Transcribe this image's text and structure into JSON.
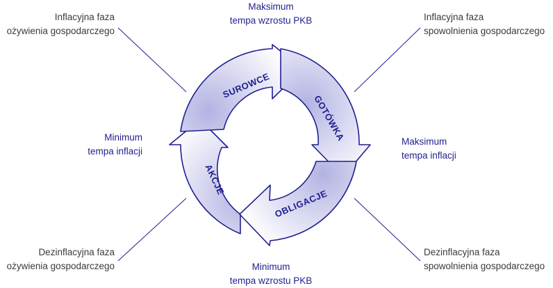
{
  "colors": {
    "accent": "#1f1f8f",
    "text_dark": "#3a3a3a",
    "fill_light": "#ffffff",
    "fill_shade": "#b8b8e6"
  },
  "corners": {
    "top_left": "Inflacyjna faza\nożywienia gospodarczego",
    "top_right": "Inflacyjna faza\nspowolnienia gospodarczego",
    "bottom_left": "Dezinflacyjna faza\nożywienia gospodarczego",
    "bottom_right": "Dezinflacyjna faza\nspowolnienia gospodarczego"
  },
  "axes": {
    "top": "Maksimum\ntempa wzrostu PKB",
    "bottom": "Minimum\ntempa wzrostu PKB",
    "left": "Minimum\ntempa inflacji",
    "right": "Maksimum\ntempa inflacji"
  },
  "cycle": {
    "segments": [
      {
        "label": "SUROWCE"
      },
      {
        "label": "GOTÓWKA"
      },
      {
        "label": "OBLIGACJE"
      },
      {
        "label": "AKCJE"
      }
    ]
  }
}
